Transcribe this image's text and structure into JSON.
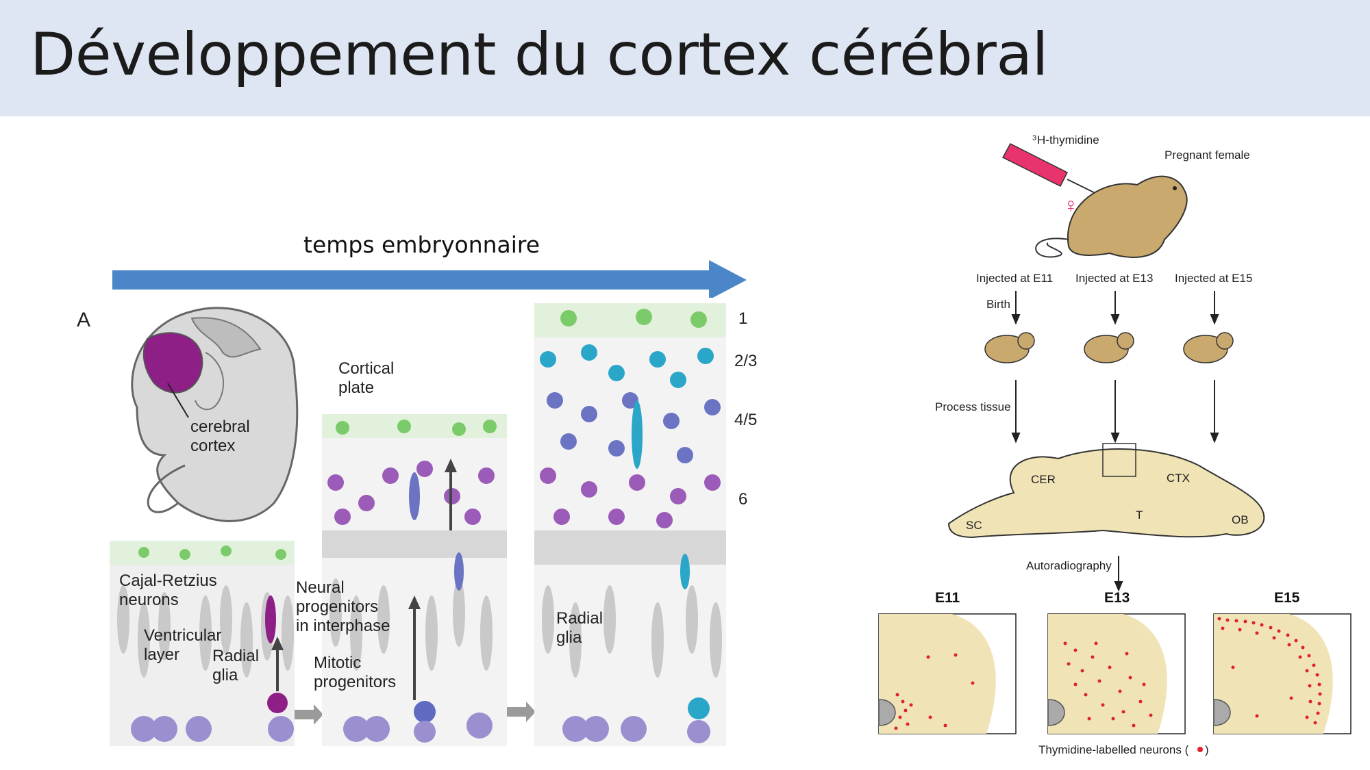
{
  "slide": {
    "title": "Développement du cortex cérébral",
    "timeline_label": "temps embryonnaire"
  },
  "left_figure": {
    "panel_letter": "A",
    "embryo_label_1": "cerebral",
    "embryo_label_2": "cortex",
    "cortical_plate_1": "Cortical",
    "cortical_plate_2": "plate",
    "cajal_1": "Cajal-Retzius",
    "cajal_2": "neurons",
    "ventricular_1": "Ventricular",
    "ventricular_2": "layer",
    "radial_glia_1": "Radial",
    "radial_glia_2": "glia",
    "neural_prog_1": "Neural",
    "neural_prog_2": "progenitors",
    "neural_prog_3": "in interphase",
    "mitotic_1": "Mitotic",
    "mitotic_2": "progenitors",
    "radial_glia_b_1": "Radial",
    "radial_glia_b_2": "glia",
    "layers": [
      "1",
      "2/3",
      "4/5",
      "6"
    ]
  },
  "right_figure": {
    "thymidine_sup": "3",
    "thymidine": "H-thymidine",
    "pregnant_female": "Pregnant female",
    "female_symbol": "♀",
    "injected": [
      "Injected at E11",
      "Injected at E13",
      "Injected at E15"
    ],
    "birth": "Birth",
    "process_tissue": "Process tissue",
    "brain_regions": {
      "cer": "CER",
      "ctx": "CTX",
      "t": "T",
      "sc": "SC",
      "ob": "OB"
    },
    "autoradiography": "Autoradiography",
    "panels": [
      "E11",
      "E13",
      "E15"
    ],
    "legend": "Thymidine-labelled neurons (",
    "legend_end": ")"
  },
  "colors": {
    "header_bg": "#dfe6f3",
    "arrow_blue": "#4a86c8",
    "purple": "#8e1f86",
    "green": "#7ccb6a",
    "violet": "#9b5bb8",
    "blue_neuron": "#6a74c2",
    "cyan": "#2aa6c9",
    "tan": "#f0e4b6",
    "red_dot": "#e0202a",
    "syringe": "#e8336d"
  }
}
